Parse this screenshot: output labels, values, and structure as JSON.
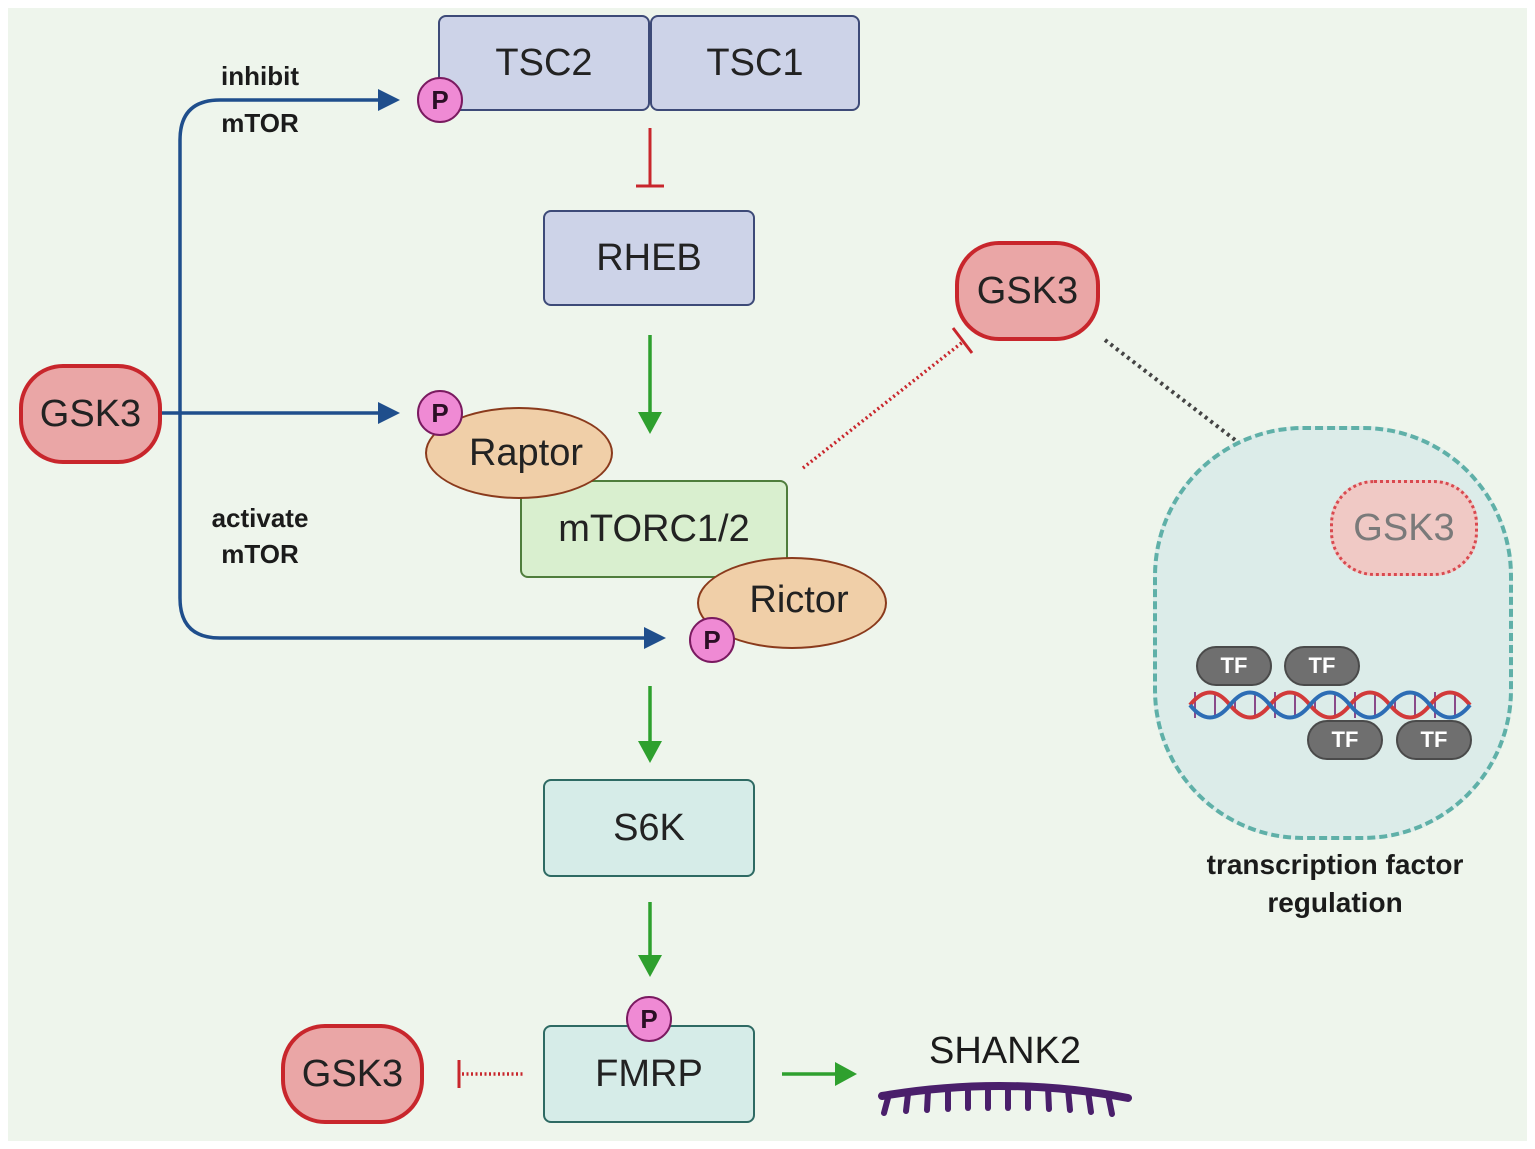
{
  "nodes": {
    "tsc2": "TSC2",
    "tsc1": "TSC1",
    "rheb": "RHEB",
    "mtorc": "mTORC1/2",
    "raptor": "Raptor",
    "rictor": "Rictor",
    "s6k": "S6K",
    "fmrp": "FMRP",
    "shank2": "SHANK2",
    "gsk3_left": "GSK3",
    "gsk3_top_right": "GSK3",
    "gsk3_bottom": "GSK3",
    "gsk3_nucleus": "GSK3"
  },
  "phospho_label": "P",
  "tf_label": "TF",
  "annotations": {
    "inhibit_line1": "inhibit",
    "inhibit_line2": "mTOR",
    "activate_line1": "activate",
    "activate_line2": "mTOR",
    "tf_reg_line1": "transcription factor",
    "tf_reg_line2": "regulation"
  },
  "colors": {
    "activation_arrow": "#2ea02e",
    "inhibition": "#c8262c",
    "gsk3_arrow": "#1f4e8c",
    "gsk3_fill": "#eaa6a6",
    "phospho": "#ef8ad4",
    "background": "#eef5ec"
  }
}
